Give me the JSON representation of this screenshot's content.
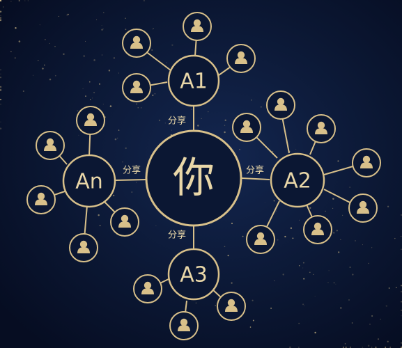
{
  "center": {
    "label": "你"
  },
  "hubs": [
    {
      "id": "a1",
      "label": "A1"
    },
    {
      "id": "a2",
      "label": "A2"
    },
    {
      "id": "a3",
      "label": "A3"
    },
    {
      "id": "an",
      "label": "An"
    }
  ],
  "share_label": "分享",
  "colors": {
    "background": "#0b1733",
    "gold": "#d8c08a",
    "gold_light": "#e9d7a8"
  },
  "icons": {
    "person": "person-icon"
  }
}
